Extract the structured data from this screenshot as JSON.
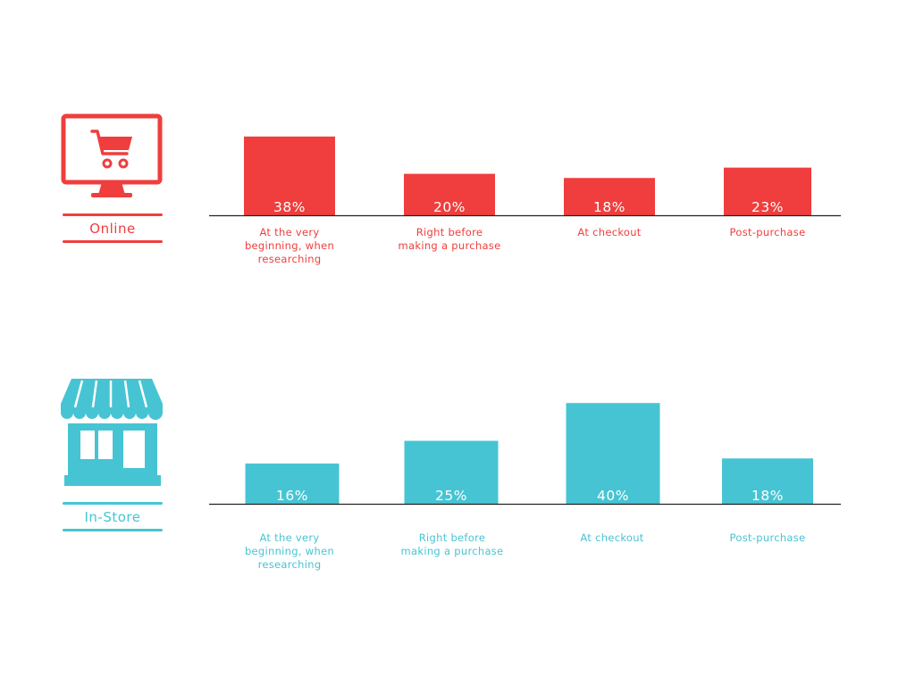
{
  "colors": {
    "online": "#ef3e3d",
    "store": "#47c4d3",
    "axis": "#222222",
    "value_text": "#ffffff"
  },
  "chart_data": [
    {
      "type": "bar",
      "name": "Online",
      "categories": [
        "At the very beginning, when researching",
        "Right before making a purchase",
        "At checkout",
        "Post-purchase"
      ],
      "values": [
        38,
        20,
        18,
        23
      ],
      "value_labels": [
        "38%",
        "20%",
        "18%",
        "23%"
      ],
      "icon": "computer-shopping-cart-icon"
    },
    {
      "type": "bar",
      "name": "In-Store",
      "categories": [
        "At the very beginning, when researching",
        "Right before making a purchase",
        "At checkout",
        "Post-purchase"
      ],
      "values": [
        16,
        25,
        40,
        18
      ],
      "value_labels": [
        "16%",
        "25%",
        "40%",
        "18%"
      ],
      "icon": "storefront-icon"
    }
  ]
}
